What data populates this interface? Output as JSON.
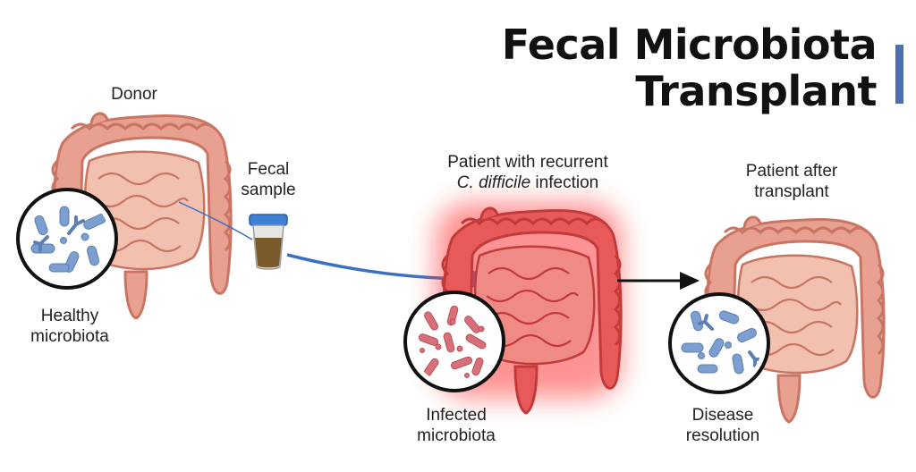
{
  "title": {
    "line1": "Fecal Microbiota",
    "line2": "Transplant"
  },
  "labels": {
    "donor": "Donor",
    "fecal_sample": {
      "line1": "Fecal",
      "line2": "sample"
    },
    "healthy_microbiota": {
      "line1": "Healthy",
      "line2": "microbiota"
    },
    "patient_infection": {
      "line1": "Patient with recurrent",
      "italic": "C. difficile",
      "rest": " infection"
    },
    "infected_microbiota": {
      "line1": "Infected",
      "line2": "microbiota"
    },
    "patient_after": {
      "line1": "Patient after",
      "line2": "transplant"
    },
    "disease_resolution": {
      "line1": "Disease",
      "line2": "resolution"
    }
  },
  "colors": {
    "accent": "#4a72b0",
    "colon_healthy": "#e8a090",
    "colon_healthy_dark": "#c97564",
    "colon_infected": "#e85a5a",
    "colon_infected_dark": "#c23a3a",
    "glow": "#ff3b3b",
    "bacteria_healthy": "#7d9fcf",
    "bacteria_infected": "#d8707a",
    "arrow_blue": "#3b6fc2",
    "arrow_black": "#111111",
    "cup_lid": "#3d7fd6",
    "cup_content": "#7a5a2a"
  },
  "icons": {
    "colon": "colon-icon",
    "bacteria": "bacteria-icon",
    "sample_cup": "sample-cup-icon"
  }
}
